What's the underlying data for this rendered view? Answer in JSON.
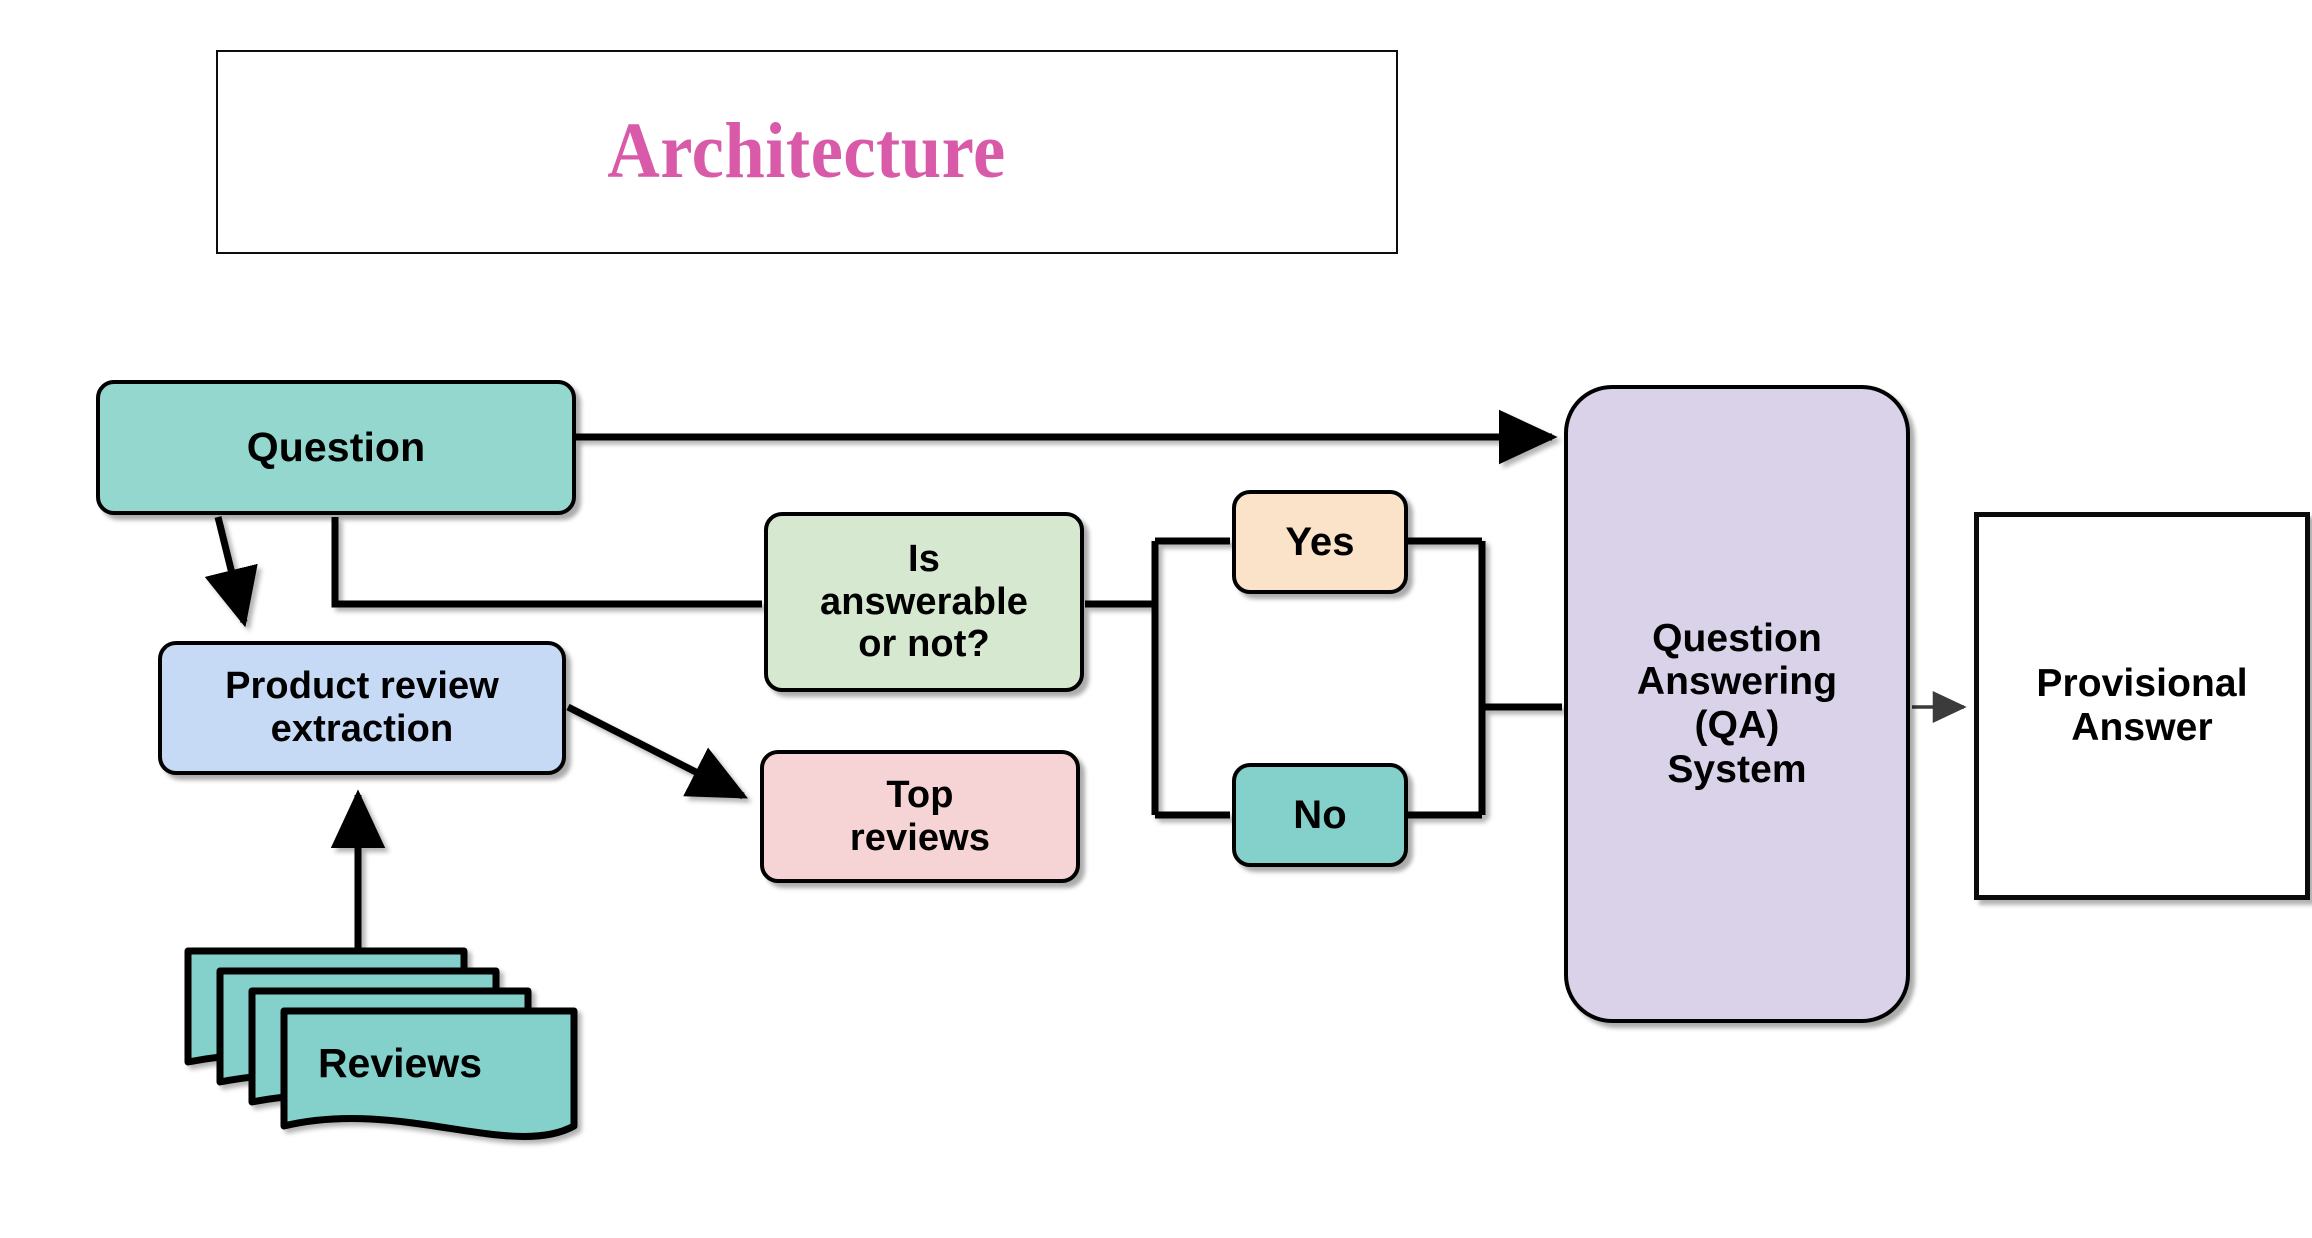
{
  "title": {
    "text": "Architecture",
    "color": "#d85aa8"
  },
  "diagram": {
    "type": "flowchart",
    "nodes": [
      {
        "id": "question",
        "label": "Question",
        "fill": "#93d7cf",
        "shape": "rounded-rect"
      },
      {
        "id": "product_review_extraction",
        "label": "Product review\nextraction",
        "fill": "#c6d9f5",
        "shape": "rounded-rect"
      },
      {
        "id": "is_answerable",
        "label": "Is\nanswerable\nor not?",
        "fill": "#d7e8d0",
        "shape": "rounded-rect"
      },
      {
        "id": "top_reviews",
        "label": "Top\nreviews",
        "fill": "#f6d4d6",
        "shape": "rounded-rect"
      },
      {
        "id": "yes",
        "label": "Yes",
        "fill": "#fbe3ca",
        "shape": "rounded-rect"
      },
      {
        "id": "no",
        "label": "No",
        "fill": "#84d1cc",
        "shape": "rounded-rect"
      },
      {
        "id": "qa_system",
        "label": "Question\nAnswering\n(QA)\nSystem",
        "fill": "#d9d2e9",
        "shape": "rounded-rect"
      },
      {
        "id": "provisional_answer",
        "label": "Provisional\nAnswer",
        "fill": "#ffffff",
        "shape": "rect"
      },
      {
        "id": "reviews",
        "label": "Reviews",
        "fill": "#84d1cc",
        "shape": "document-stack"
      }
    ],
    "edges": [
      {
        "from": "question",
        "to": "qa_system",
        "arrow": true
      },
      {
        "from": "question",
        "to": "product_review_extraction",
        "arrow": true
      },
      {
        "from": "question",
        "to": "is_answerable",
        "arrow": false
      },
      {
        "from": "product_review_extraction",
        "to": "top_reviews",
        "arrow": true
      },
      {
        "from": "reviews",
        "to": "product_review_extraction",
        "arrow": true
      },
      {
        "from": "is_answerable",
        "to": "yes",
        "arrow": false
      },
      {
        "from": "is_answerable",
        "to": "no",
        "arrow": false
      },
      {
        "from": "yes",
        "to": "qa_system",
        "arrow": false
      },
      {
        "from": "no",
        "to": "qa_system",
        "arrow": false
      },
      {
        "from": "qa_system",
        "to": "provisional_answer",
        "arrow": true
      }
    ]
  },
  "nodes": {
    "question": {
      "label": "Question"
    },
    "product_review_extraction": {
      "line1": "Product review",
      "line2": "extraction"
    },
    "is_answerable": {
      "line1": "Is",
      "line2": "answerable",
      "line3": "or not?"
    },
    "top_reviews": {
      "line1": "Top",
      "line2": "reviews"
    },
    "yes": {
      "label": "Yes"
    },
    "no": {
      "label": "No"
    },
    "qa_system": {
      "line1": "Question",
      "line2": "Answering",
      "line3": "(QA)",
      "line4": "System"
    },
    "provisional_answer": {
      "line1": "Provisional",
      "line2": "Answer"
    },
    "reviews": {
      "label": "Reviews"
    }
  }
}
